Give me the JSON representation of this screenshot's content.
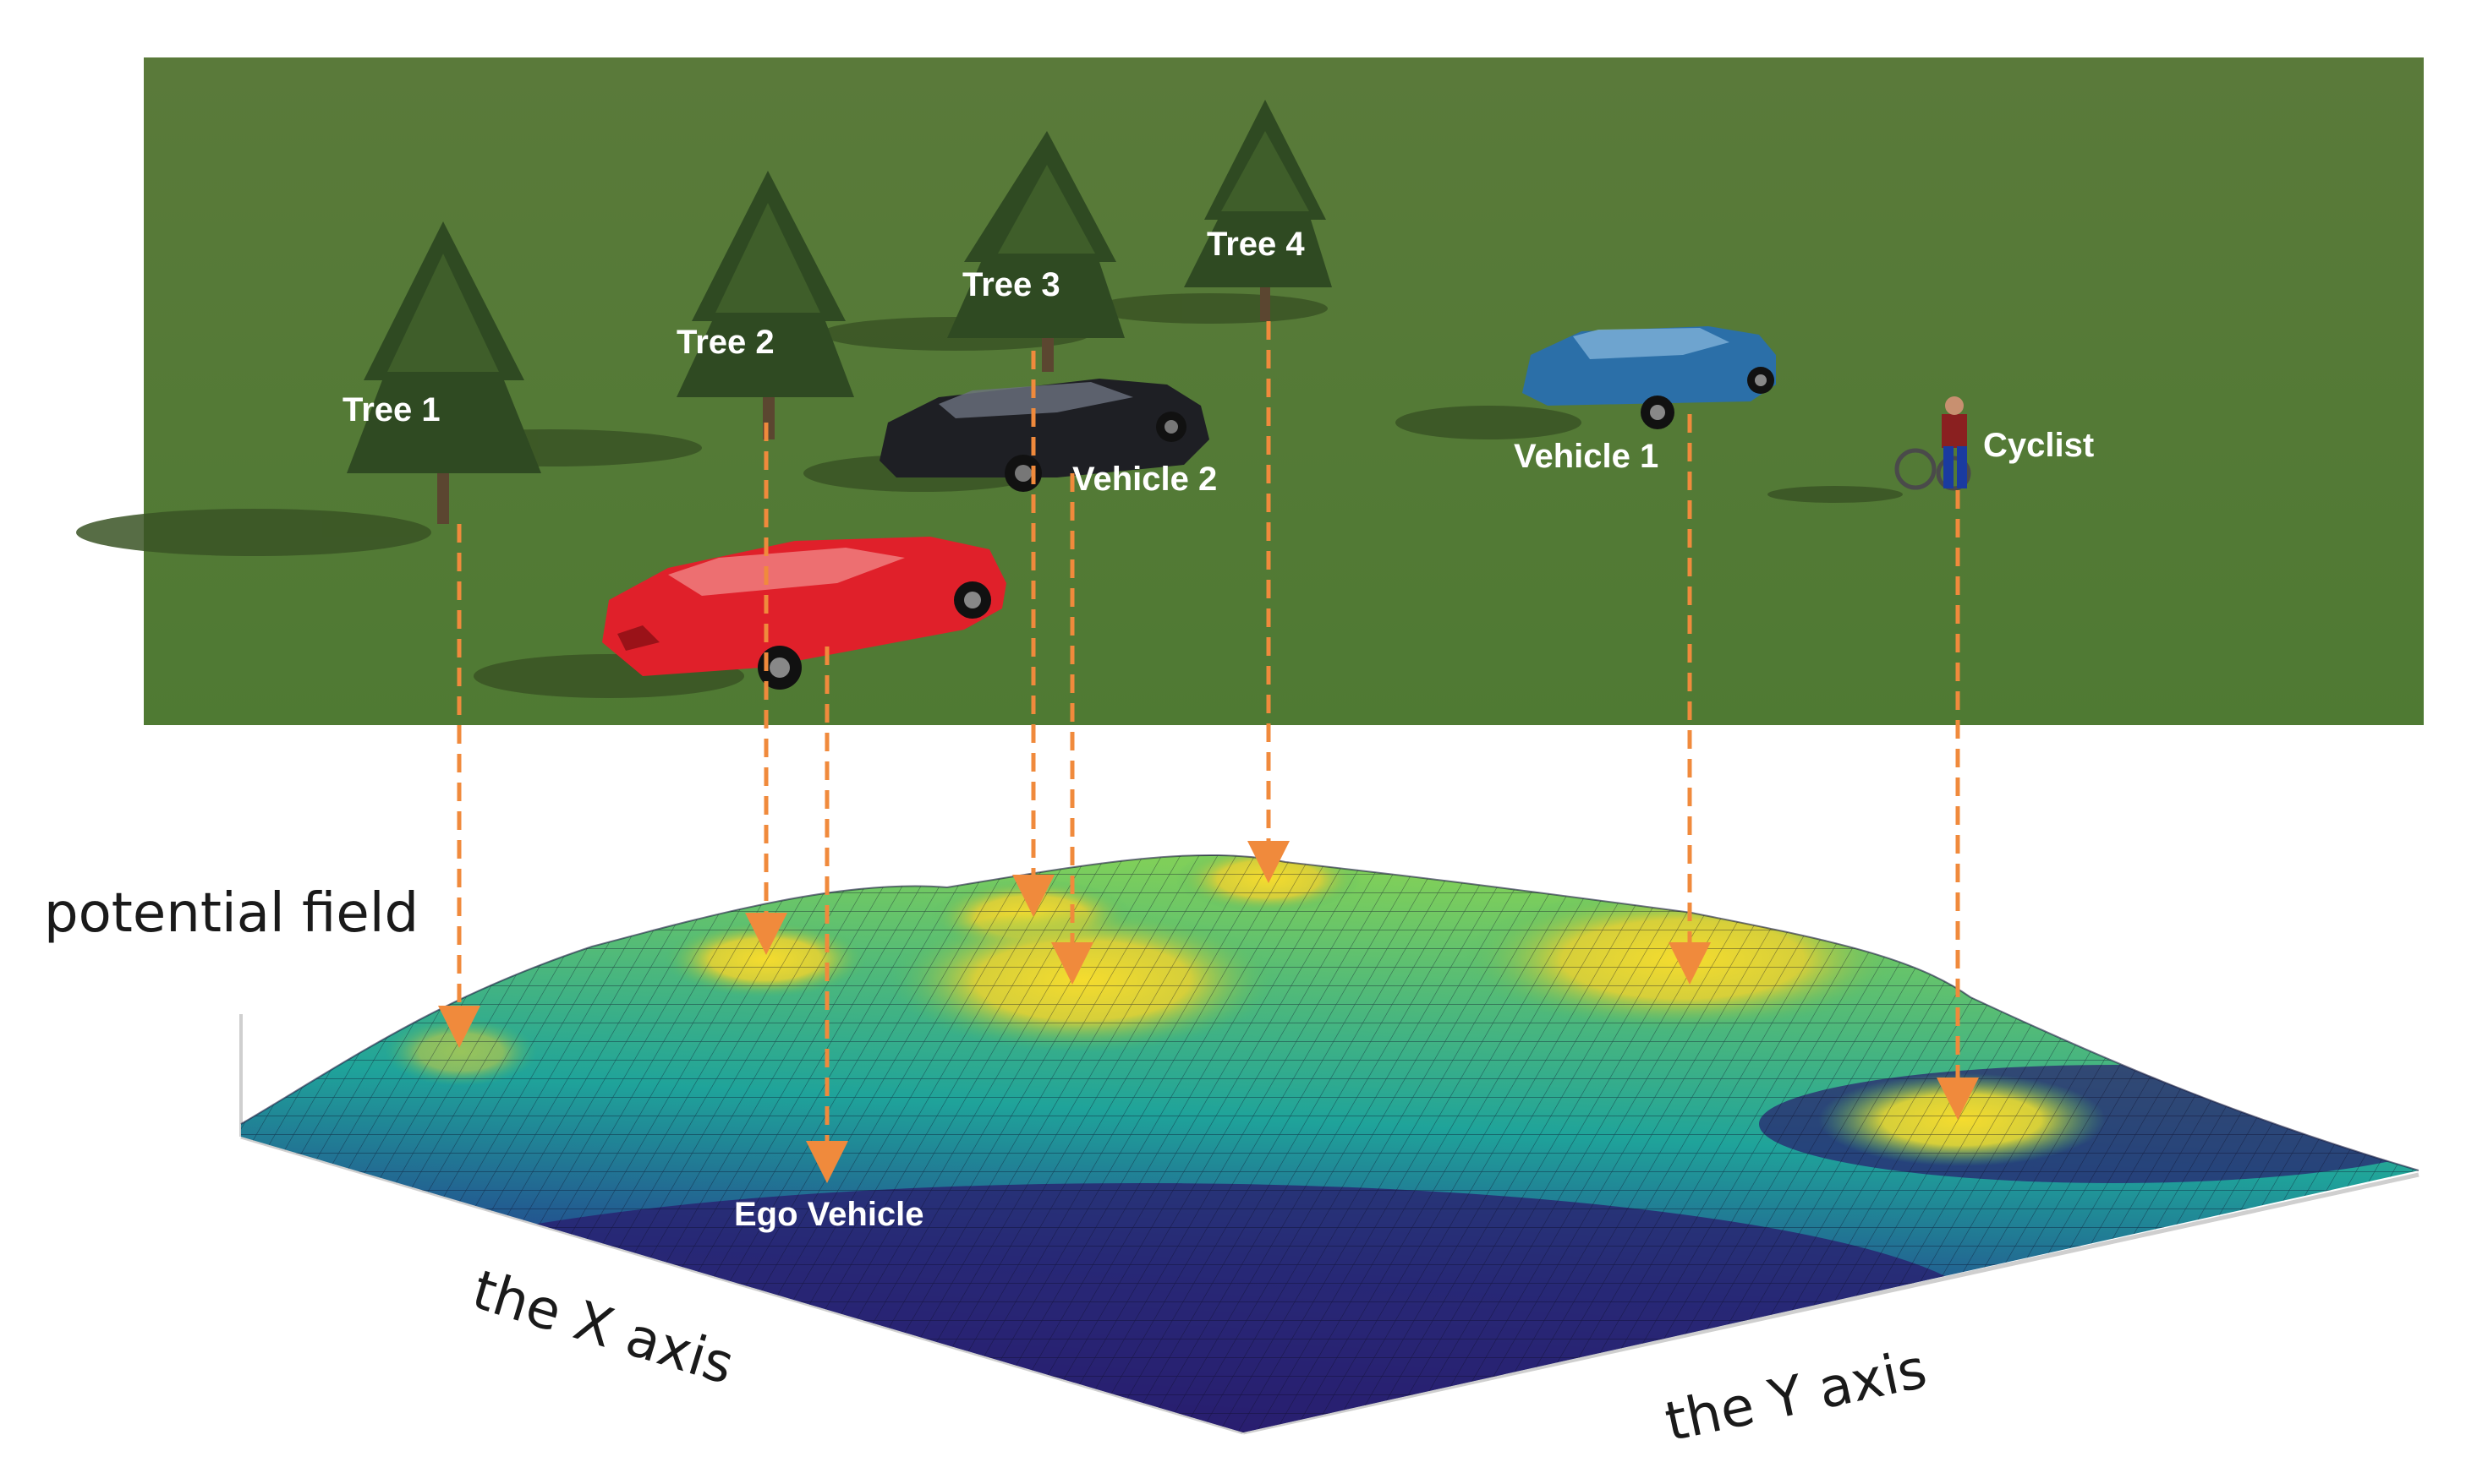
{
  "scene": {
    "objects": [
      {
        "key": "tree1",
        "label": "Tree 1",
        "kind": "tree"
      },
      {
        "key": "tree2",
        "label": "Tree 2",
        "kind": "tree"
      },
      {
        "key": "tree3",
        "label": "Tree 3",
        "kind": "tree"
      },
      {
        "key": "tree4",
        "label": "Tree 4",
        "kind": "tree"
      },
      {
        "key": "vehicle2",
        "label": "Vehicle 2",
        "kind": "car",
        "color": "#1e1f24"
      },
      {
        "key": "vehicle1",
        "label": "Vehicle 1",
        "kind": "car",
        "color": "#2b6fa8"
      },
      {
        "key": "cyclist",
        "label": "Cyclist",
        "kind": "cyclist"
      },
      {
        "key": "ego",
        "label": "Ego Vehicle",
        "kind": "car",
        "color": "#e0202a"
      }
    ]
  },
  "field": {
    "label": "potential field",
    "x_axis_label": "the X axis",
    "y_axis_label": "the Y axis"
  },
  "colors": {
    "grass": "#5f7f3f",
    "arrow": "#f08a3c",
    "surface_low": "#2a1b6e",
    "surface_mid": "#1fa39a",
    "surface_high": "#f0d630"
  }
}
